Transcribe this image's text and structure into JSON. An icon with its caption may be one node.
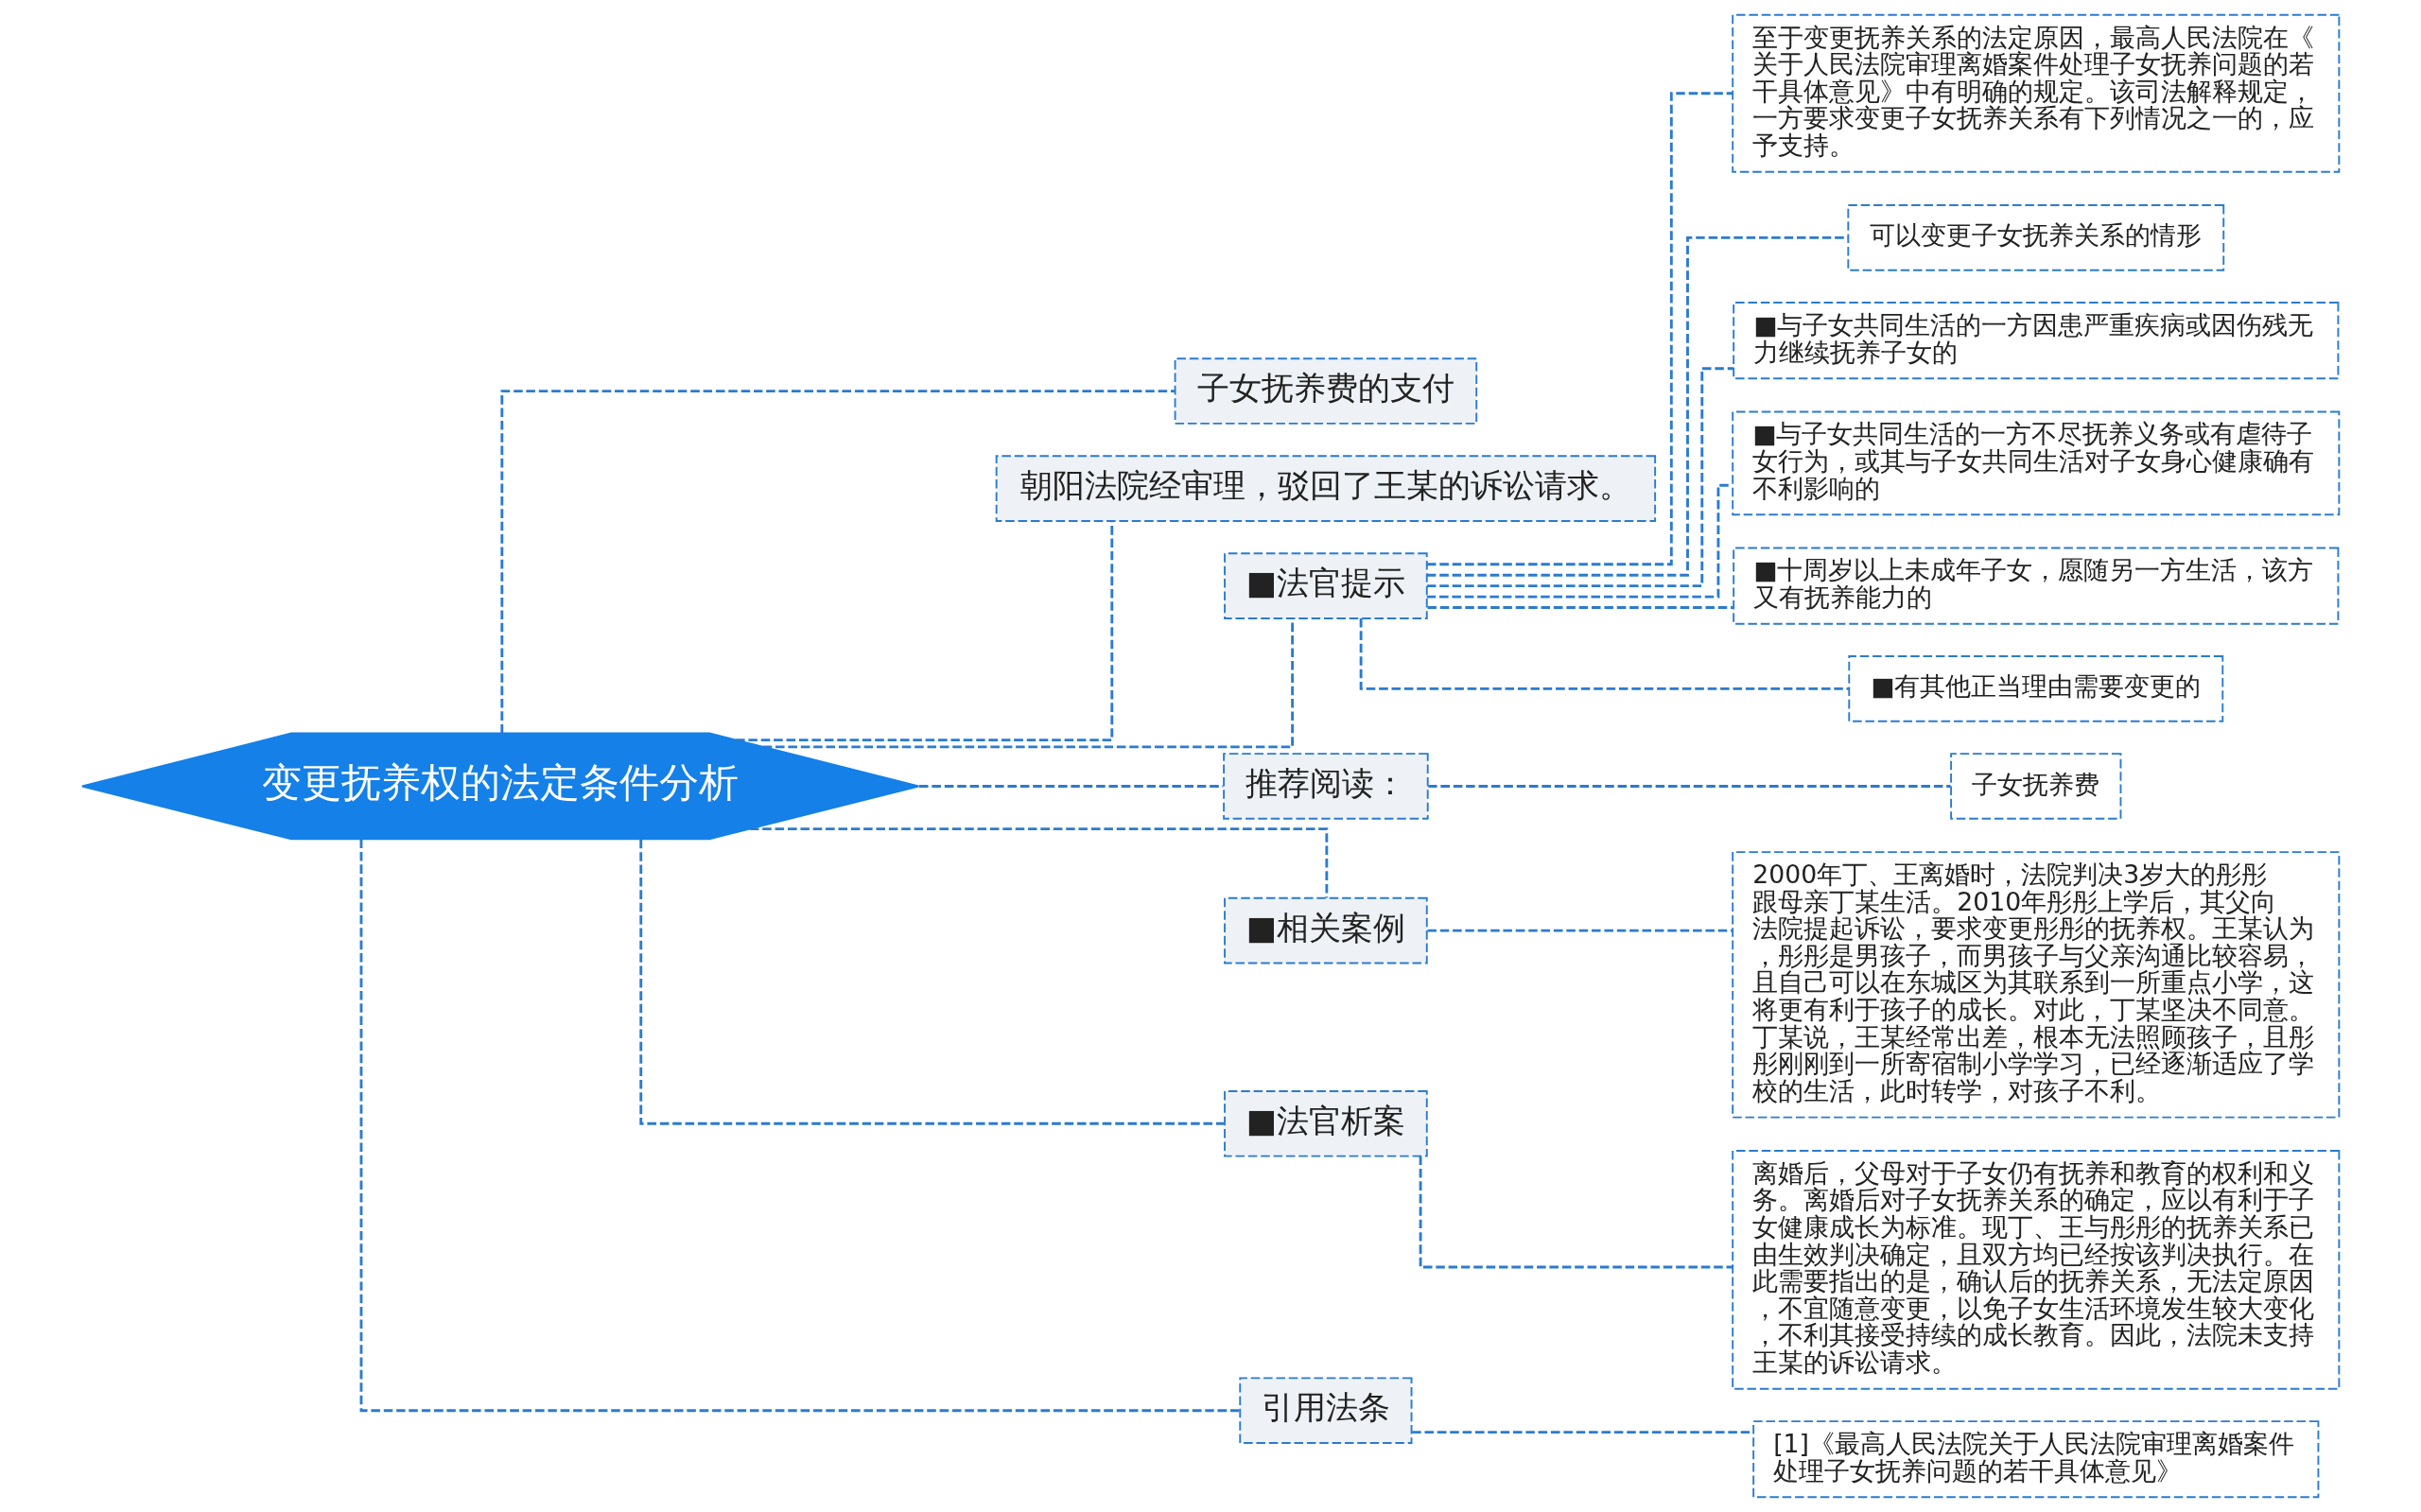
{
  "diagram": {
    "nodes": [
      {
        "text": [
          "变更抚养权的法定条件分析"
        ]
      },
      {
        "text": [
          "子女抚养费的支付"
        ]
      },
      {
        "text": [
          "朝阳法院经审理，驳回了王某的诉讼请求。"
        ]
      },
      {
        "text": [
          "■法官提示"
        ]
      },
      {
        "text": [
          "至于变更抚养关系的法定原因，最高人民法院在《关于人民法院审理离婚案件处理子女抚养问题的若干具体意见》中有明确的规定。该司法解释规定，一方要求变更子女抚养关系有下列情况之一的，应予支持。"
        ]
      },
      {
        "text": [
          "可以变更子女抚养关系的情形"
        ]
      },
      {
        "text": [
          "■与子女共同生活的一方因患严重疾病或因伤残无力继续抚养子女的"
        ]
      },
      {
        "text": [
          "■与子女共同生活的一方不尽抚养义务或有虐待子女行为，或其与子女共同生活对子女身心健康确有不利影响的"
        ]
      },
      {
        "text": [
          "■十周岁以上未成年子女，愿随另一方生活，该方又有抚养能力的"
        ]
      },
      {
        "text": [
          "■有其他正当理由需要变更的"
        ]
      },
      {
        "text": [
          "推荐阅读："
        ]
      },
      {
        "text": [
          "子女抚养费"
        ]
      },
      {
        "text": [
          "■相关案例"
        ]
      },
      {
        "text": [
          "2000年丁、王离婚时，法院判决3岁大的彤彤跟母亲丁某生活。2010年彤彤上学后，其父向法院提起诉讼，要求变更彤彤的抚养权。王某认为，彤彤是男孩子，而男孩子与父亲沟通比较容易，且自己可以在东城区为其联系到一所重点小学，这将更有利于孩子的成长。对此，丁某坚决不同意。丁某说，王某经常出差，根本无法照顾孩子，且彤彤刚刚到一所寄宿制小学学习，已经逐渐适应了学校的生活，此时转学，对孩子不利。"
        ]
      },
      {
        "text": [
          "■法官析案"
        ]
      },
      {
        "text": [
          "离婚后，父母对于子女仍有抚养和教育的权利和义务。离婚后对子女抚养关系的确定，应以有利于子女健康成长为标准。现丁、王与彤彤的抚养关系已由生效判决确定，且双方均已经按该判决执行。在此需要指出的是，确认后的抚养关系，无法定原因，不宜随意变更，以免子女生活环境发生较大变化，不利其接受持续的成长教育。因此，法院未支持王某的诉讼请求。"
        ]
      },
      {
        "text": [
          "引用法条"
        ]
      },
      {
        "text": [
          "[1]《最高人民法院关于人民法院审理离婚案件处理子女抚养问题的若干具体意见》"
        ]
      }
    ],
    "edges": [
      {
        "from": 0,
        "to": 1,
        "arrow": "none",
        "style": "dashed"
      },
      {
        "from": 0,
        "to": 2,
        "arrow": "none",
        "style": "dashed"
      },
      {
        "from": 0,
        "to": 3,
        "arrow": "none",
        "style": "dashed"
      },
      {
        "from": 3,
        "to": 4,
        "arrow": "none",
        "style": "dashed"
      },
      {
        "from": 3,
        "to": 5,
        "arrow": "none",
        "style": "dashed"
      },
      {
        "from": 3,
        "to": 6,
        "arrow": "none",
        "style": "dashed"
      },
      {
        "from": 3,
        "to": 7,
        "arrow": "none",
        "style": "dashed"
      },
      {
        "from": 3,
        "to": 8,
        "arrow": "none",
        "style": "dashed"
      },
      {
        "from": 3,
        "to": 9,
        "arrow": "none",
        "style": "dashed"
      },
      {
        "from": 0,
        "to": 10,
        "arrow": "none",
        "style": "dashed"
      },
      {
        "from": 10,
        "to": 11,
        "arrow": "none",
        "style": "dashed"
      },
      {
        "from": 0,
        "to": 12,
        "arrow": "none",
        "style": "dashed"
      },
      {
        "from": 12,
        "to": 13,
        "arrow": "none",
        "style": "dashed"
      },
      {
        "from": 0,
        "to": 14,
        "arrow": "none",
        "style": "dashed"
      },
      {
        "from": 14,
        "to": 15,
        "arrow": "none",
        "style": "dashed"
      },
      {
        "from": 0,
        "to": 16,
        "arrow": "none",
        "style": "dashed"
      },
      {
        "from": 16,
        "to": 17,
        "arrow": "none",
        "style": "dashed"
      }
    ]
  }
}
